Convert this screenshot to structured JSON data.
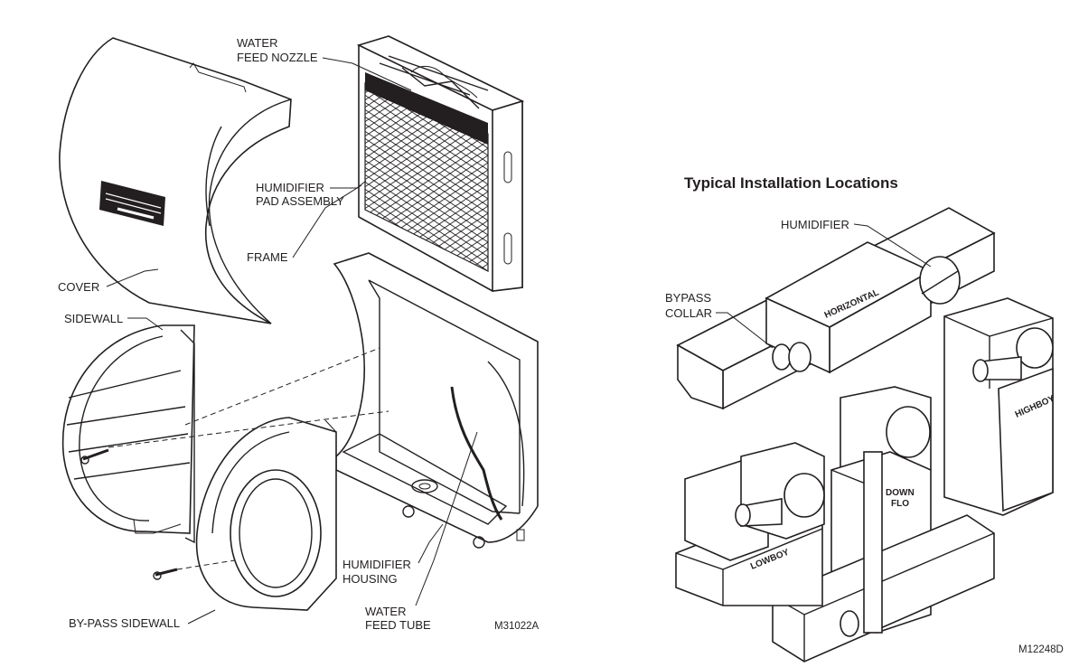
{
  "left_diagram": {
    "labels": {
      "water_feed_nozzle": [
        "WATER",
        "FEED NOZZLE"
      ],
      "pad_assembly": [
        "HUMIDIFIER",
        "PAD ASSEMBLY"
      ],
      "frame": "FRAME",
      "cover": "COVER",
      "sidewall": "SIDEWALL",
      "bypass_sidewall": "BY-PASS SIDEWALL",
      "housing": [
        "HUMIDIFIER",
        "HOUSING"
      ],
      "water_feed_tube": [
        "WATER",
        "FEED TUBE"
      ]
    },
    "figure_code": "M31022A"
  },
  "right_diagram": {
    "title": "Typical Installation Locations",
    "labels": {
      "humidifier": "HUMIDIFIER",
      "bypass_collar": [
        "BYPASS",
        "COLLAR"
      ]
    },
    "furnace_types": {
      "horizontal": "HORIZONTAL",
      "highboy": "HIGHBOY",
      "downflo": [
        "DOWN",
        "FLO"
      ],
      "lowboy": "LOWBOY"
    },
    "figure_code": "M12248D"
  },
  "colors": {
    "ink": "#231f20",
    "background": "#ffffff"
  }
}
